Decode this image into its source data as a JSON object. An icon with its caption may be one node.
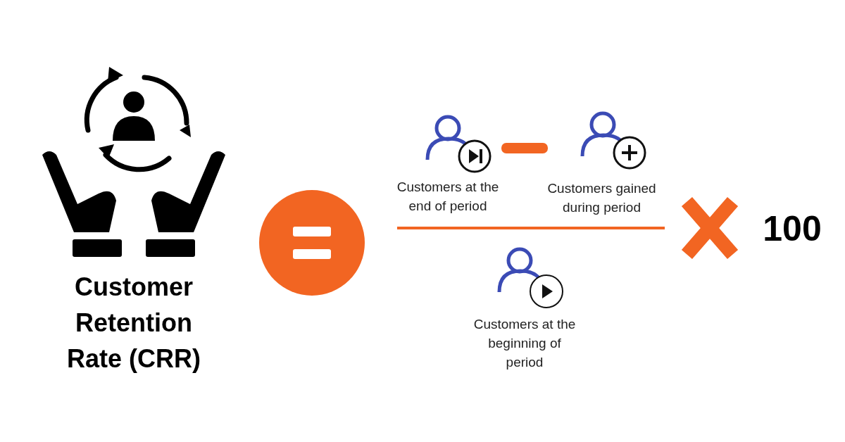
{
  "diagram": {
    "labels": [
      "Customer Retention Rate (CRR)",
      "Customers at the end of period",
      "Customers gained during period",
      "Customers at the beginning of period",
      "100"
    ]
  }
}
